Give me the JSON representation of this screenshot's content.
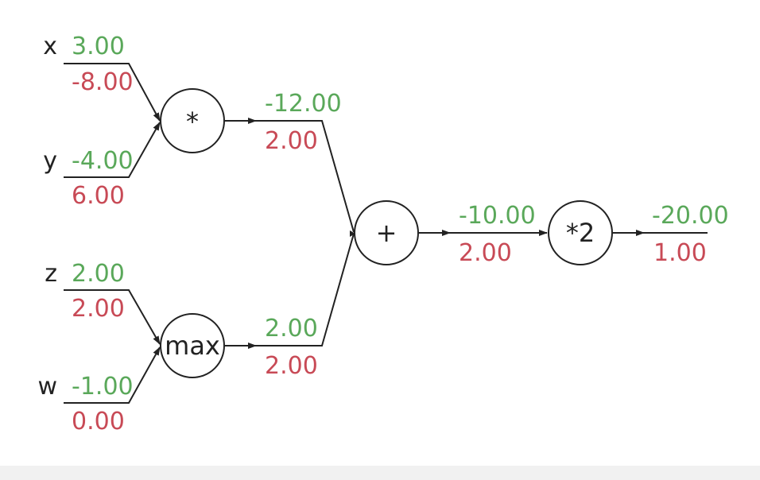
{
  "colors": {
    "forward": "#5aa85a",
    "gradient": "#c84a56",
    "line": "#222222",
    "background": "#ffffff"
  },
  "inputs": {
    "x": {
      "name": "x",
      "value": "3.00",
      "grad": "-8.00"
    },
    "y": {
      "name": "y",
      "value": "-4.00",
      "grad": "6.00"
    },
    "z": {
      "name": "z",
      "value": "2.00",
      "grad": "2.00"
    },
    "w": {
      "name": "w",
      "value": "-1.00",
      "grad": "0.00"
    }
  },
  "nodes": {
    "mul": {
      "op": "*",
      "value": "-12.00",
      "grad": "2.00"
    },
    "max": {
      "op": "max",
      "value": "2.00",
      "grad": "2.00"
    },
    "add": {
      "op": "+",
      "value": "-10.00",
      "grad": "2.00"
    },
    "scale": {
      "op": "*2",
      "value": "-20.00",
      "grad": "1.00"
    }
  }
}
